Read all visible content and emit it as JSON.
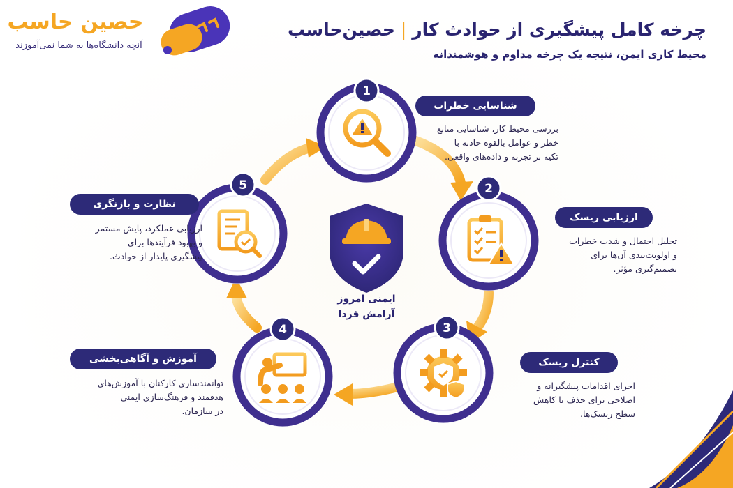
{
  "brand": {
    "name": "حصین حاسب",
    "tagline": "آنچه دانشگاه‌ها به شما نمی‌آموزند"
  },
  "header": {
    "title_main": "چرخه کامل پیشگیری از حوادث کار",
    "title_brand": "حصین‌حاسب",
    "separator": "|",
    "subtitle": "محیط کاری ایمن، نتیجه یک چرخه مداوم و هوشمندانه"
  },
  "center": {
    "line1": "ایمنی امروز",
    "line2": "آرامش فردا",
    "icon": "shield-helmet-check-icon"
  },
  "steps": [
    {
      "number": "1",
      "label": "شناسایی خطرات",
      "icon": "magnifier-warning-icon",
      "desc": [
        "بررسی محیط کار، شناسایی منابع",
        "خطر و عوامل بالقوه حادثه با",
        "تکیه بر تجربه و داده‌های واقعی."
      ]
    },
    {
      "number": "2",
      "label": "ارزیابی ریسک",
      "icon": "clipboard-warning-icon",
      "desc": [
        "تحلیل احتمال و شدت خطرات",
        "و اولویت‌بندی آن‌ها برای",
        "تصمیم‌گیری مؤثر."
      ]
    },
    {
      "number": "3",
      "label": "کنترل ریسک",
      "icon": "gear-shield-icon",
      "desc": [
        "اجرای اقدامات پیشگیرانه و",
        "اصلاحی برای حذف یا کاهش",
        "سطح ریسک‌ها."
      ]
    },
    {
      "number": "4",
      "label": "آموزش و آگاهی‌بخشی",
      "icon": "training-board-icon",
      "desc": [
        "توانمندسازی کارکنان با آموزش‌های",
        "هدفمند و فرهنگ‌سازی ایمنی",
        "در سازمان."
      ]
    },
    {
      "number": "5",
      "label": "نظارت و بازنگری",
      "icon": "document-search-icon",
      "desc": [
        "ارزیابی عملکرد، پایش مستمر",
        "و بهبود فرآیندها برای",
        "پیشگیری پایدار از حوادث."
      ]
    }
  ],
  "colors": {
    "navy": "#2d2a78",
    "purple": "#3f2f8f",
    "orange": "#f5a623",
    "orange_light": "#fcd27a"
  }
}
